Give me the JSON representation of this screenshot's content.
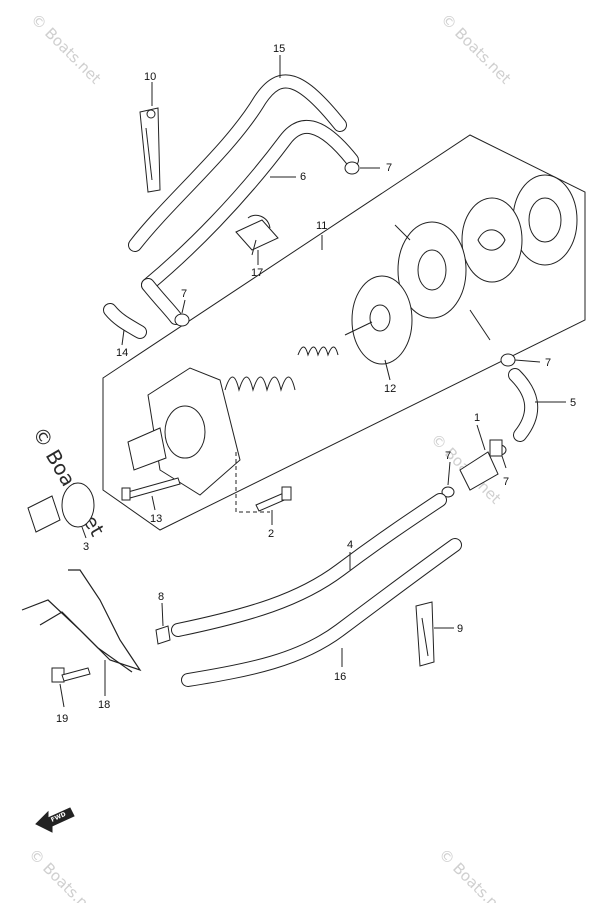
{
  "watermarks": {
    "corner": "© Boats.net",
    "center": "© Boats.net"
  },
  "fwd_label": "FWD",
  "labels": {
    "p1": "1",
    "p2": "2",
    "p3": "3",
    "p4": "4",
    "p5": "5",
    "p6": "6",
    "p7a": "7",
    "p7b": "7",
    "p7c": "7",
    "p7d": "7",
    "p7e": "7",
    "p8": "8",
    "p9": "9",
    "p10": "10",
    "p11": "11",
    "p12": "12",
    "p13": "13",
    "p14": "14",
    "p15": "15",
    "p16": "16",
    "p17": "17",
    "p18": "18",
    "p19": "19"
  }
}
